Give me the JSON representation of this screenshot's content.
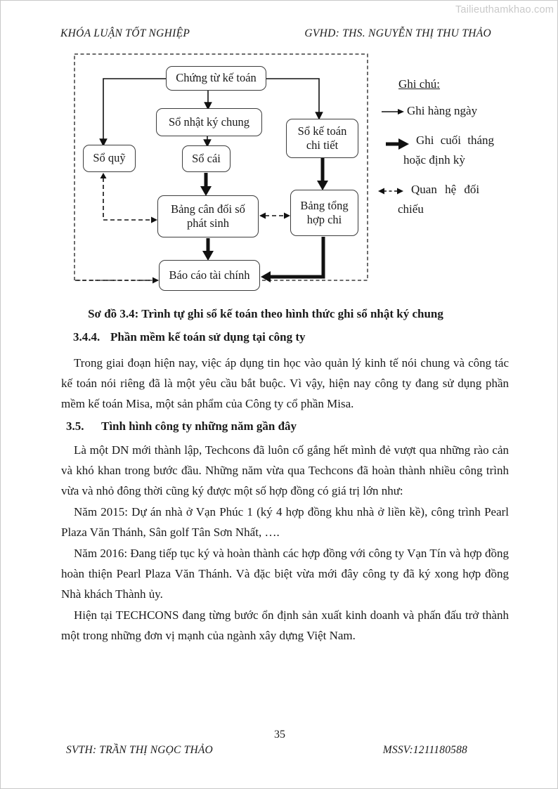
{
  "watermark": "Tailieuthamkhao.com",
  "header": {
    "left": "KHÓA LUẬN TỐT NGHIỆP",
    "right": "GVHD: THS. NGUYỄN THỊ THU THẢO"
  },
  "diagram": {
    "nodes": [
      {
        "id": "chung-tu-ke-toan",
        "lines": [
          "Chứng từ kế toán"
        ]
      },
      {
        "id": "so-nhat-ky-chung",
        "lines": [
          "Sổ nhật ký chung"
        ]
      },
      {
        "id": "so-ke-toan-chi-tiet",
        "lines": [
          "Sổ kế toán",
          "chi tiết"
        ]
      },
      {
        "id": "so-quy",
        "lines": [
          "Sổ quỹ"
        ]
      },
      {
        "id": "so-cai",
        "lines": [
          "Sổ cái"
        ]
      },
      {
        "id": "bang-can-doi-so-phat-sinh",
        "lines": [
          "Bảng cân đối số",
          "phát sinh"
        ]
      },
      {
        "id": "bang-tong-hop-chi",
        "lines": [
          "Bảng tổng",
          "hợp chi"
        ]
      },
      {
        "id": "bao-cao-tai-chinh",
        "lines": [
          "Báo cáo tài chính"
        ]
      }
    ],
    "legend": {
      "title": "Ghi chú:",
      "daily": {
        "label": "Ghi hàng ngày"
      },
      "monthly": {
        "line1": "Ghi cuối tháng",
        "line2": "hoặc định kỳ"
      },
      "reconcile": {
        "line1": "Quan hệ đối",
        "line2": "chiếu"
      }
    }
  },
  "caption": "Sơ đồ 3.4: Trình tự ghi sổ kế toán theo hình thức ghi sổ nhật ký chung",
  "section_344": {
    "number": "3.4.4.",
    "title": "Phần mềm kế toán sử dụng tại công ty"
  },
  "para_1": "Trong giai đoạn hiện nay, việc áp dụng tin học vào quản lý kinh tế nói chung và công tác kế toán nói riêng đã là một yêu cầu bắt buộc. Vì vậy, hiện nay công ty đang sử dụng phần mềm kế toán Misa, một sản phẩm của Công ty cổ phần Misa.",
  "section_35": {
    "number": "3.5.",
    "title": "Tình hình công ty những năm gần đây"
  },
  "para_2": "Là một DN mới thành lập, Techcons đã luôn cố gắng hết mình đẻ vượt qua những rào cản và khó khan trong bước đầu. Những năm vừa qua Techcons đã hoàn thành nhiều công trình vừa và nhỏ đông thời cũng ký được một số hợp đồng có giá trị lớn như:",
  "para_3": "Năm 2015: Dự án nhà ở Vạn Phúc 1 (ký 4 hợp đồng khu nhà ở liền kề), công trình Pearl Plaza Văn Thánh, Sân golf Tân Sơn Nhất, ….",
  "para_4": "Năm 2016: Đang tiếp tục ký và hoàn thành các hợp đồng với công ty Vạn Tín và hợp đồng hoàn thiện Pearl Plaza Văn Thánh. Và đặc biệt vừa mới đây công ty đã ký xong hợp đồng Nhà khách Thành ủy.",
  "para_5": "Hiện tại TECHCONS đang từng bước ổn định sản xuất kinh doanh và phấn đấu trở thành một trong những đơn vị mạnh của ngành xây dựng Việt Nam.",
  "footer": {
    "page": "35",
    "left": "SVTH: TRẦN THỊ NGỌC THẢO",
    "right": "MSSV:1211180588"
  },
  "colors": {
    "ink": "#1a1a1a",
    "watermark": "#c9c9c9",
    "paper": "#ffffff"
  }
}
